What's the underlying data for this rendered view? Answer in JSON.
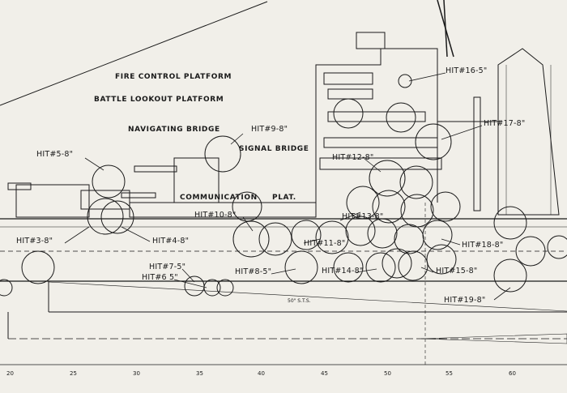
{
  "labels": {
    "fire_control": "FIRE CONTROL PLATFORM",
    "battle_lookout": "BATTLE LOOKOUT PLATFORM",
    "navigating_bridge": "NAVIGATING BRIDGE",
    "signal_bridge": "SIGNAL BRIDGE",
    "communication": "COMMUNICATION",
    "plat": "PLAT.",
    "deck_note": "50\"  S.T.S."
  },
  "hits": [
    {
      "id": "h16",
      "text": "HIT#16-5\""
    },
    {
      "id": "h17",
      "text": "HIT#17-8\""
    },
    {
      "id": "h9",
      "text": "HIT#9-8\""
    },
    {
      "id": "h5",
      "text": "HIT#5-8\""
    },
    {
      "id": "h12",
      "text": "HIT#12-8\""
    },
    {
      "id": "h10",
      "text": "HIT#10-8\""
    },
    {
      "id": "h13",
      "text": "HIT#13-8\""
    },
    {
      "id": "h11",
      "text": "HIT#11-8\""
    },
    {
      "id": "h3",
      "text": "HIT#3-8\""
    },
    {
      "id": "h4",
      "text": "HIT#4-8\""
    },
    {
      "id": "h18",
      "text": "HIT#18-8\""
    },
    {
      "id": "h7",
      "text": "HIT#7-5\""
    },
    {
      "id": "h6",
      "text": "HIT#6 5\""
    },
    {
      "id": "h8",
      "text": "HIT#8-5\""
    },
    {
      "id": "h14",
      "text": "HIT#14-8\""
    },
    {
      "id": "h15",
      "text": "HIT#15-8\""
    },
    {
      "id": "h19",
      "text": "HIT#19-8\""
    }
  ],
  "frame_axis": [
    "20",
    "25",
    "30",
    "35",
    "40",
    "45",
    "50",
    "55",
    "60"
  ]
}
